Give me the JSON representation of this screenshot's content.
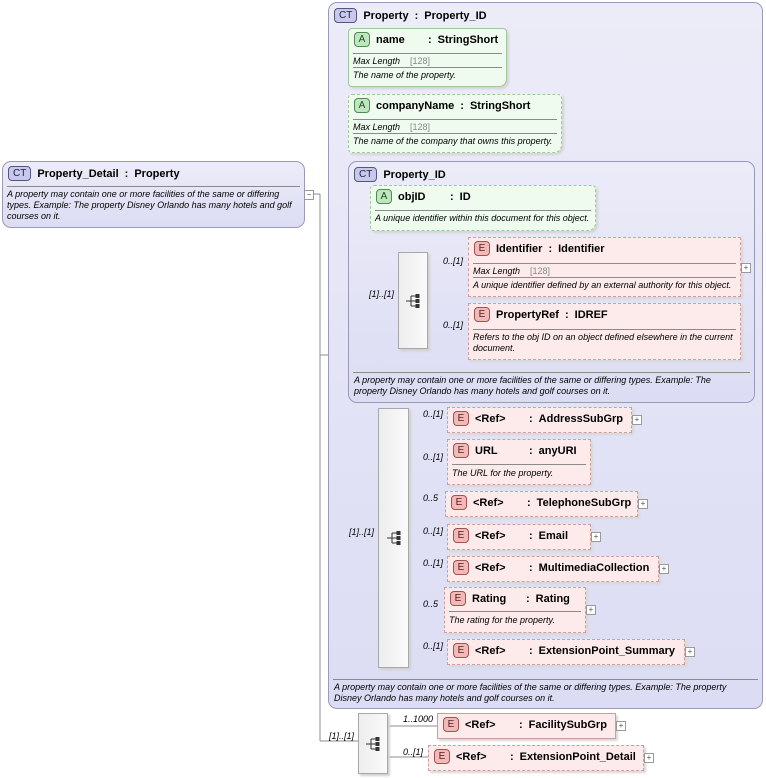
{
  "root": {
    "badge": "CT",
    "name": "Property_Detail",
    "type": "Property",
    "doc": "A property may contain one or more facilities of the same or differing types.  Example:  The property Disney Orlando has many hotels and golf courses on it."
  },
  "property": {
    "badge": "CT",
    "name": "Property",
    "type": "Property_ID",
    "attrs": [
      {
        "badge": "A",
        "name": "name",
        "type": "StringShort",
        "facet_label": "Max Length",
        "facet_value": "[128]",
        "doc": "The name of the property."
      },
      {
        "badge": "A",
        "name": "companyName",
        "type": "StringShort",
        "facet_label": "Max Length",
        "facet_value": "[128]",
        "doc": "The name of the company that owns this property."
      }
    ],
    "doc": "A property may contain one or more facilities of the same or differing types.  Example:  The property Disney Orlando has many hotels and golf courses on it."
  },
  "property_id": {
    "badge": "CT",
    "name": "Property_ID",
    "attr": {
      "badge": "A",
      "name": "objID",
      "type": "ID",
      "doc": "A unique identifier within this document for this object."
    },
    "seq_card": "[1]..[1]",
    "identifier": {
      "badge": "E",
      "card": "0..[1]",
      "name": "Identifier",
      "type": "Identifier",
      "facet_label": "Max Length",
      "facet_value": "[128]",
      "doc": "A unique identifier defined by an external authority for this object."
    },
    "propertyref": {
      "badge": "E",
      "card": "0..[1]",
      "name": "PropertyRef",
      "type": "IDREF",
      "doc": "Refers to the obj ID on an object defined elsewhere in the current document."
    },
    "doc": "A property may contain one or more facilities of the same or differing types.  Example:  The property Disney Orlando has many hotels and golf courses on it."
  },
  "seq2": {
    "card": "[1]..[1]",
    "items": [
      {
        "badge": "E",
        "card": "0..[1]",
        "name": "<Ref>",
        "type": "AddressSubGrp"
      },
      {
        "badge": "E",
        "card": "0..[1]",
        "name": "URL",
        "type": "anyURI",
        "doc": "The URL for the property."
      },
      {
        "badge": "E",
        "card": "0..5",
        "name": "<Ref>",
        "type": "TelephoneSubGrp"
      },
      {
        "badge": "E",
        "card": "0..[1]",
        "name": "<Ref>",
        "type": "Email"
      },
      {
        "badge": "E",
        "card": "0..[1]",
        "name": "<Ref>",
        "type": "MultimediaCollection"
      },
      {
        "badge": "E",
        "card": "0..5",
        "name": "Rating",
        "type": "Rating",
        "doc": "The rating for the property."
      },
      {
        "badge": "E",
        "card": "0..[1]",
        "name": "<Ref>",
        "type": "ExtensionPoint_Summary"
      }
    ]
  },
  "seq3": {
    "card": "[1]..[1]",
    "items": [
      {
        "badge": "E",
        "card": "1..1000",
        "name": "<Ref>",
        "type": "FacilitySubGrp"
      },
      {
        "badge": "E",
        "card": "0..[1]",
        "name": "<Ref>",
        "type": "ExtensionPoint_Detail"
      }
    ]
  },
  "colon": ":"
}
